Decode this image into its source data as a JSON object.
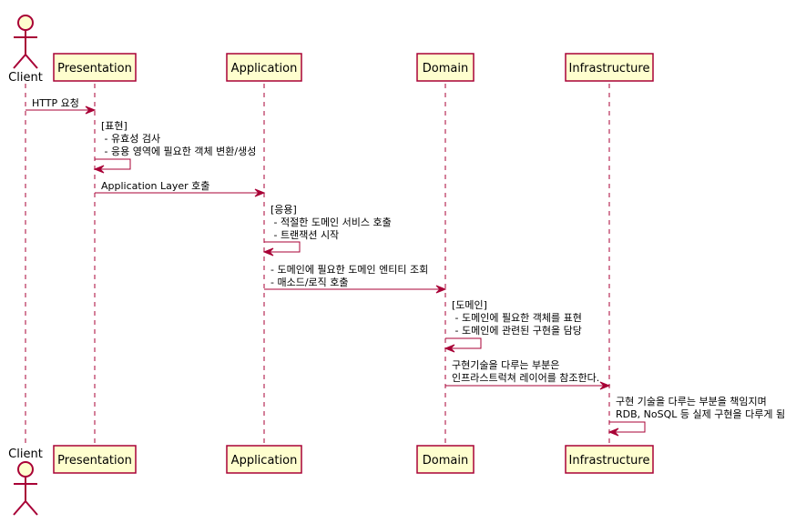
{
  "actor": {
    "name": "Client"
  },
  "participants": [
    {
      "id": "presentation",
      "label": "Presentation"
    },
    {
      "id": "application",
      "label": "Application"
    },
    {
      "id": "domain",
      "label": "Domain"
    },
    {
      "id": "infrastructure",
      "label": "Infrastructure"
    }
  ],
  "messages": [
    {
      "from": "client",
      "to": "presentation",
      "lines": [
        "HTTP 요청"
      ]
    },
    {
      "from": "presentation",
      "to": "presentation",
      "lines": [
        "[표현]",
        " - 유효성 검사",
        " - 응용 영역에 필요한 객체 변환/생성"
      ]
    },
    {
      "from": "presentation",
      "to": "application",
      "lines": [
        "Application Layer 호출"
      ]
    },
    {
      "from": "application",
      "to": "application",
      "lines": [
        "[응용]",
        " - 적절한 도메인 서비스 호출",
        " - 트랜잭션 시작"
      ]
    },
    {
      "from": "application",
      "to": "domain",
      "lines": [
        "- 도메인에 필요한 도메인 엔티티 조회",
        "- 매소드/로직 호출"
      ]
    },
    {
      "from": "domain",
      "to": "domain",
      "lines": [
        "[도메인]",
        " - 도메인에 필요한 객체를 표현",
        " - 도메인에 관련된 구현을 담당"
      ]
    },
    {
      "from": "domain",
      "to": "infrastructure",
      "lines": [
        "구현기술을 다루는 부분은",
        "인프라스트럭쳐 레이어를 참조한다."
      ]
    },
    {
      "from": "infrastructure",
      "to": "infrastructure",
      "lines": [
        "구현 기술을 다루는 부분을 책임지며",
        "RDB, NoSQL 등 실제 구현을 다루게 됨"
      ]
    }
  ],
  "colors": {
    "border": "#A80036",
    "box_fill": "#FEFECE",
    "text": "#000000"
  }
}
